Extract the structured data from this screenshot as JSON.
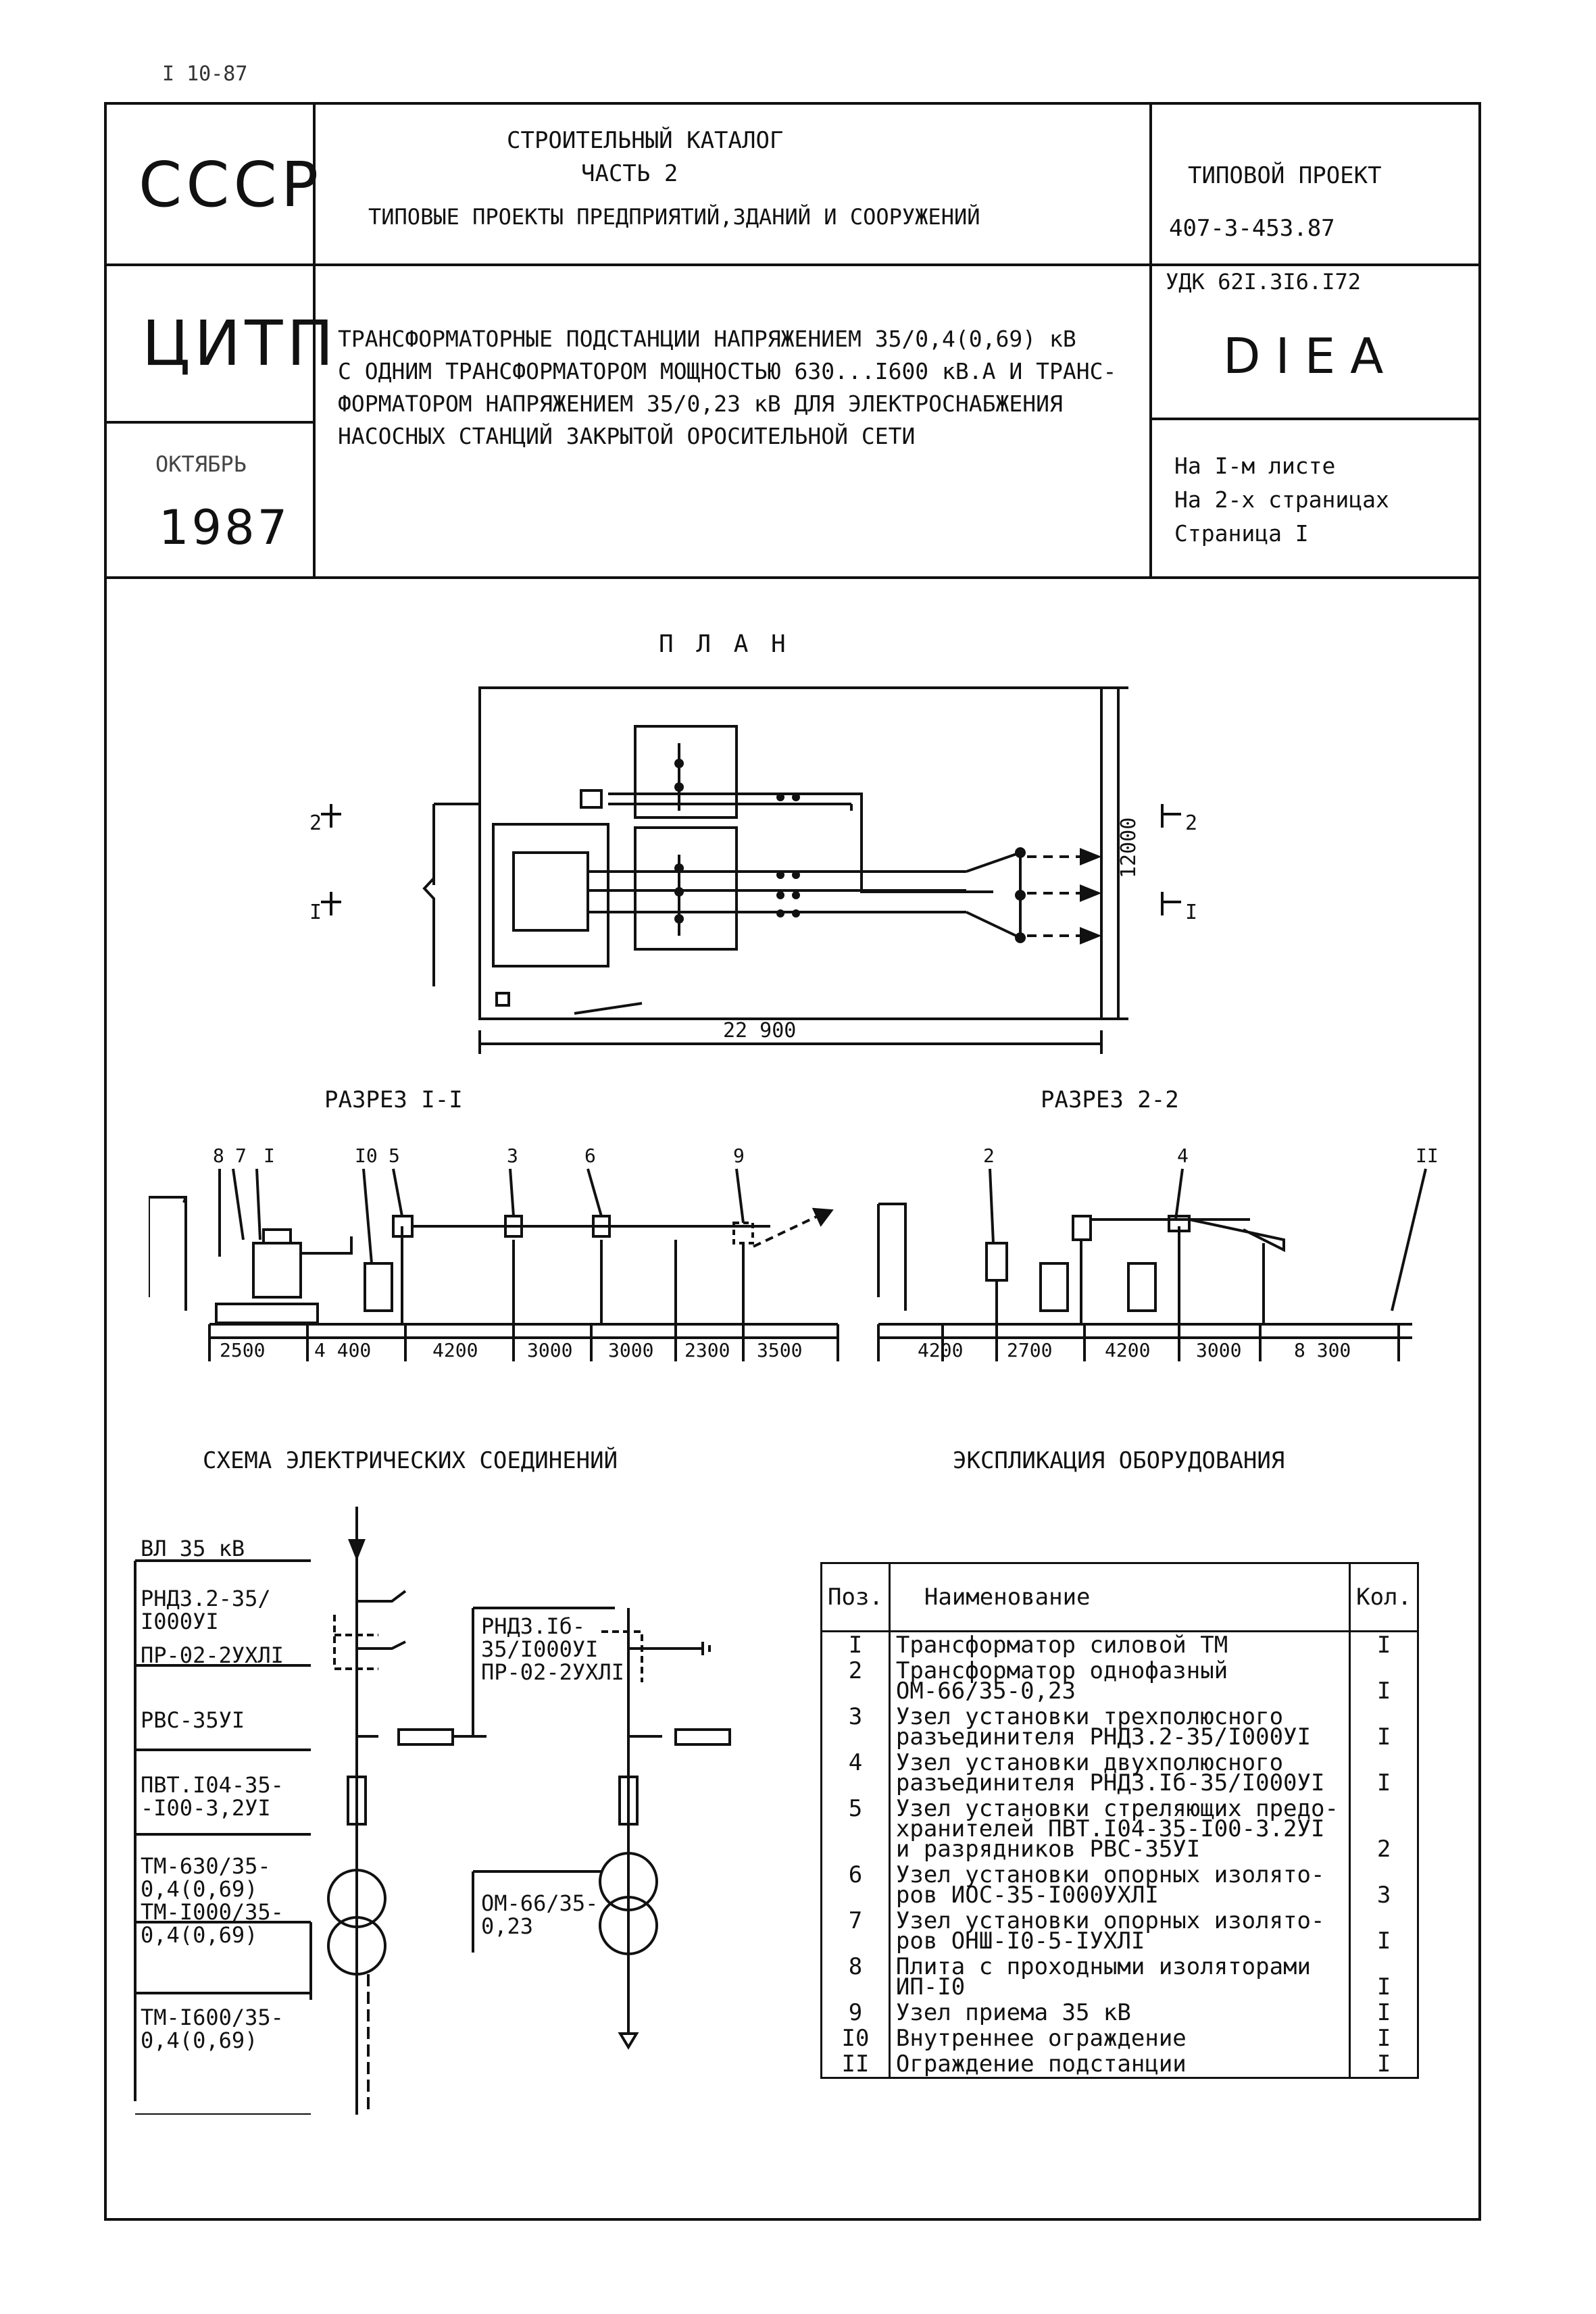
{
  "corner_mark": "I 10-87",
  "header": {
    "country": "СССР",
    "catalog_line1": "СТРОИТЕЛЬНЫЙ  КАТАЛОГ",
    "catalog_line2": "ЧАСТЬ  2",
    "catalog_line3": "ТИПОВЫЕ ПРОЕКТЫ ПРЕДПРИЯТИЙ,ЗДАНИЙ И СООРУЖЕНИЙ",
    "project_label": "ТИПОВОЙ ПРОЕКТ",
    "project_number": "407-3-453.87",
    "org": "ЦИТП",
    "title_lines": [
      "ТРАНСФОРМАТОРНЫЕ ПОДСТАНЦИИ НАПРЯЖЕНИЕМ 35/0,4(0,69) кВ",
      "С ОДНИМ ТРАНСФОРМАТОРОМ МОЩНОСТЬЮ 630...I600 кВ.А И ТРАНС-",
      "ФОРМАТОРОМ НАПРЯЖЕНИЕМ 35/0,23 кВ ДЛЯ ЭЛЕКТРОСНАБЖЕНИЯ",
      "НАСОСНЫХ СТАНЦИЙ ЗАКРЫТОЙ ОРОСИТЕЛЬНОЙ СЕТИ"
    ],
    "udk": "УДК 62I.3I6.I72",
    "code": "DIEA",
    "month": "ОКТЯБРЬ",
    "year": "1987",
    "sheet_info": [
      "На I-м листе",
      "На 2-х страницах",
      "Страница I"
    ]
  },
  "plan": {
    "title": "П Л А Н",
    "width_dim": "22 900",
    "height_dim": "12000",
    "marker_2": "2",
    "marker_1": "I"
  },
  "section11": {
    "title": "РАЗРЕЗ I-I",
    "callouts": [
      "8",
      "7",
      "I",
      "I0",
      "5",
      "3",
      "6",
      "9"
    ],
    "dims": [
      "2500",
      "4 400",
      "4200",
      "3000",
      "3000",
      "2300",
      "3500"
    ]
  },
  "section22": {
    "title": "РАЗРЕЗ 2-2",
    "callouts": [
      "2",
      "4",
      "II"
    ],
    "dims": [
      "4200",
      "2700",
      "4200",
      "3000",
      "8 300"
    ]
  },
  "schema": {
    "title": "СХЕМА ЭЛЕКТРИЧЕСКИХ СОЕДИНЕНИЙ",
    "labels_left": [
      "ВЛ 35 кВ",
      "РНДЗ.2-35/",
      "I000УI",
      "ПР-02-2УХЛI",
      "РВС-35УI",
      "ПВТ.I04-35-",
      "-I00-3,2УI",
      "ТМ-630/35-",
      "0,4(0,69)",
      "ТМ-I000/35-",
      "0,4(0,69)",
      "ТМ-I600/35-",
      "0,4(0,69)"
    ],
    "labels_mid": [
      "РНДЗ.Iб-",
      "35/I000УI",
      "ПР-02-2УХЛI",
      "ОМ-66/35-",
      "0,23"
    ]
  },
  "equipment": {
    "title": "ЭКСПЛИКАЦИЯ ОБОРУДОВАНИЯ",
    "headers": {
      "pos": "Поз.",
      "name": "Наименование",
      "qty": "Кол."
    },
    "rows": [
      {
        "pos": "I",
        "name": "Трансформатор силовой ТМ",
        "qty": "I"
      },
      {
        "pos": "2",
        "name": "Трансформатор однофазный\nОМ-66/35-0,23",
        "qty": "I"
      },
      {
        "pos": "3",
        "name": "Узел установки трехполюсного\nразъединителя РНДЗ.2-35/I000УI",
        "qty": "I"
      },
      {
        "pos": "4",
        "name": "Узел установки двухполюсного\nразъединителя РНДЗ.Iб-35/I000УI",
        "qty": "I"
      },
      {
        "pos": "5",
        "name": "Узел установки стреляющих предо-\nхранителей ПВТ.I04-35-I00-3.2УI\nи разрядников РВС-35УI",
        "qty": "2"
      },
      {
        "pos": "6",
        "name": "Узел установки опорных изолято-\nров ИОС-35-I000УХЛI",
        "qty": "3"
      },
      {
        "pos": "7",
        "name": "Узел установки опорных изолято-\nров ОНШ-I0-5-IУХЛI",
        "qty": "I"
      },
      {
        "pos": "8",
        "name": "Плита с проходными изоляторами\nИП-I0",
        "qty": "I"
      },
      {
        "pos": "9",
        "name": "Узел приема 35 кВ",
        "qty": "I"
      },
      {
        "pos": "I0",
        "name": "Внутреннее ограждение",
        "qty": "I"
      },
      {
        "pos": "II",
        "name": "Ограждение подстанции",
        "qty": "I"
      }
    ]
  }
}
